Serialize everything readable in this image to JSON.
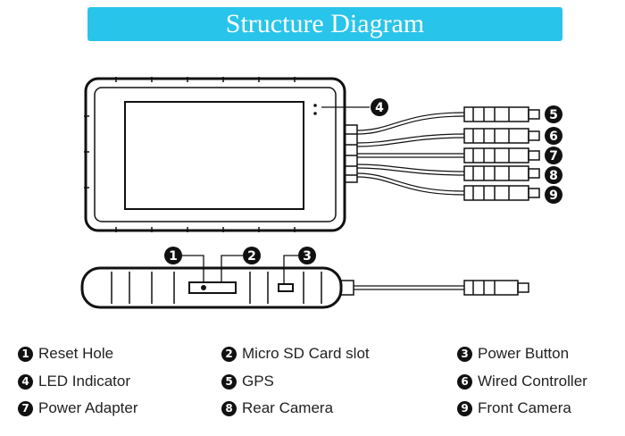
{
  "title": "Structure Diagram",
  "callouts": [
    "1",
    "2",
    "3",
    "4",
    "5",
    "6",
    "7",
    "8",
    "9"
  ],
  "legend": [
    {
      "num": "1",
      "label": "Reset Hole"
    },
    {
      "num": "2",
      "label": "Micro SD Card slot"
    },
    {
      "num": "3",
      "label": "Power Button"
    },
    {
      "num": "4",
      "label": "LED Indicator"
    },
    {
      "num": "5",
      "label": "GPS"
    },
    {
      "num": "6",
      "label": "Wired Controller"
    },
    {
      "num": "7",
      "label": "Power Adapter"
    },
    {
      "num": "8",
      "label": "Rear Camera"
    },
    {
      "num": "9",
      "label": "Front Camera"
    }
  ],
  "colors": {
    "banner": "#29c4ea",
    "ink": "#111111"
  }
}
